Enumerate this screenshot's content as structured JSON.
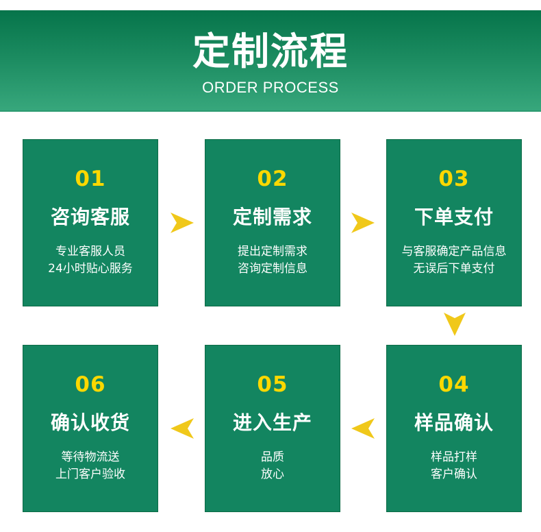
{
  "header": {
    "title": "定制流程",
    "subtitle": "ORDER PROCESS"
  },
  "colors": {
    "banner_top": "#06744a",
    "banner_bottom": "#37a77c",
    "card_bg": "#138560",
    "number_yellow": "#fcd800",
    "arrow_yellow": "#f0c81a"
  },
  "steps": [
    {
      "number": "01",
      "title": "咨询客服",
      "desc": [
        "专业客服人员",
        "24小时贴心服务"
      ]
    },
    {
      "number": "02",
      "title": "定制需求",
      "desc": [
        "提出定制需求",
        "咨询定制信息"
      ]
    },
    {
      "number": "03",
      "title": "下单支付",
      "desc": [
        "与客服确定产品信息",
        "无误后下单支付"
      ]
    },
    {
      "number": "04",
      "title": "样品确认",
      "desc": [
        "样品打样",
        "客户确认"
      ]
    },
    {
      "number": "05",
      "title": "进入生产",
      "desc": [
        "品质",
        "放心"
      ]
    },
    {
      "number": "06",
      "title": "确认收货",
      "desc": [
        "等待物流送",
        "上门客户验收"
      ]
    }
  ],
  "arrows": [
    {
      "icon": "arrow-right-icon"
    },
    {
      "icon": "arrow-right-icon"
    },
    {
      "icon": "arrow-down-icon"
    },
    {
      "icon": "arrow-left-icon"
    },
    {
      "icon": "arrow-left-icon"
    }
  ]
}
